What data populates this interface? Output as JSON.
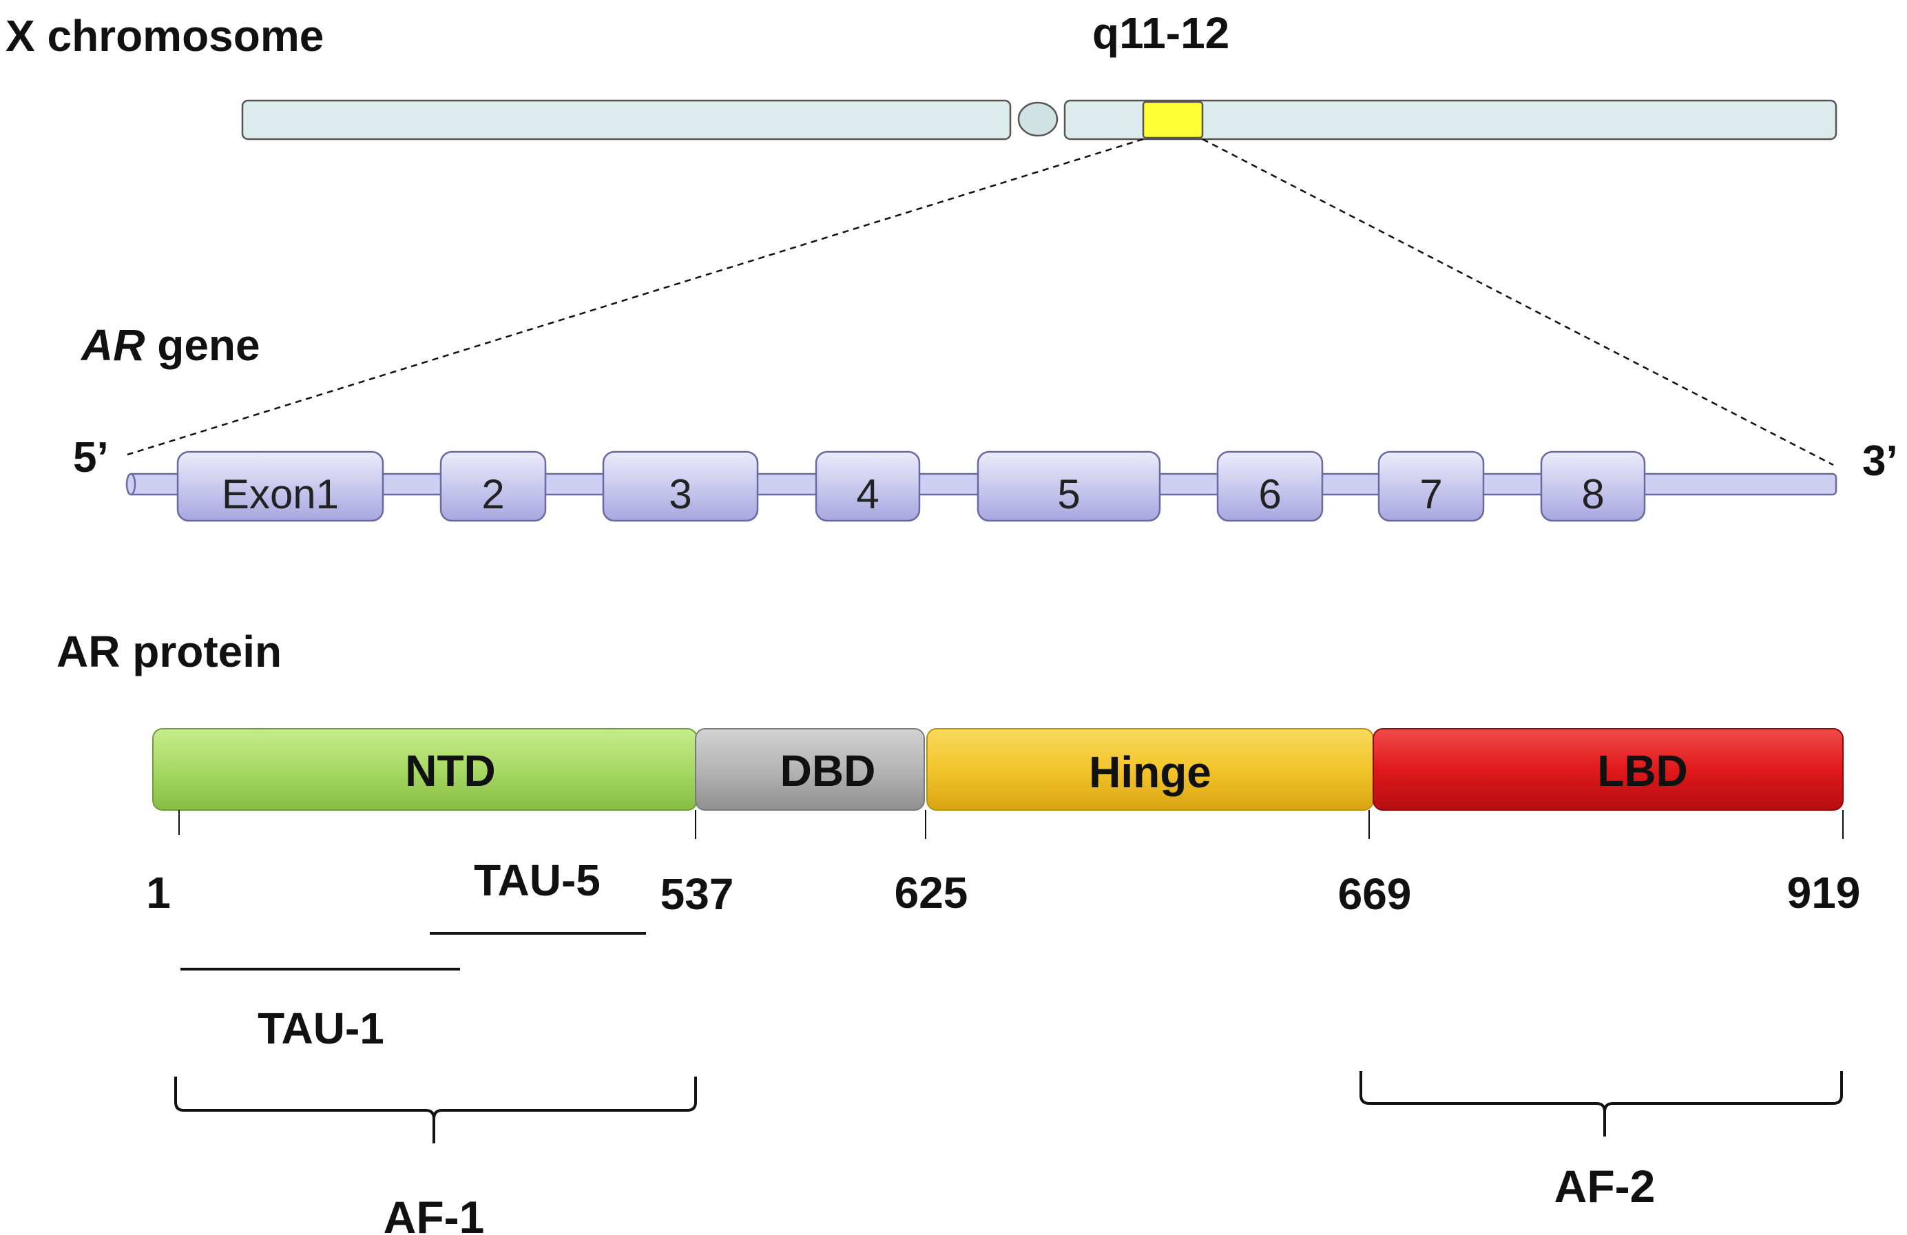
{
  "chromosome": {
    "label": "X chromosome",
    "locus_label": "q11-12",
    "colors": {
      "arm": "#dcecec",
      "centromere": "#cfe3e3",
      "locus": "#ffff33",
      "outline": "#555555"
    }
  },
  "gene": {
    "label_italic": "AR",
    "label_rest": " gene",
    "five_prime": "5’",
    "three_prime": "3’",
    "exons": [
      "Exon1",
      "2",
      "3",
      "4",
      "5",
      "6",
      "7",
      "8"
    ],
    "colors": {
      "exon_top": "#e6e6fb",
      "exon_bottom": "#a9a9e2",
      "line": "#c9c9ef",
      "outline": "#6a6aa0"
    }
  },
  "protein": {
    "label": "AR protein",
    "domains": [
      {
        "name": "NTD",
        "color": "#a8da64"
      },
      {
        "name": "DBD",
        "color": "#b5b5b5"
      },
      {
        "name": "Hinge",
        "color": "#f3c52b"
      },
      {
        "name": "LBD",
        "color": "#e0191b"
      }
    ],
    "positions": [
      "1",
      "537",
      "625",
      "669",
      "919"
    ],
    "tau1": "TAU-1",
    "tau5": "TAU-5",
    "af1": "AF-1",
    "af2": "AF-2"
  }
}
